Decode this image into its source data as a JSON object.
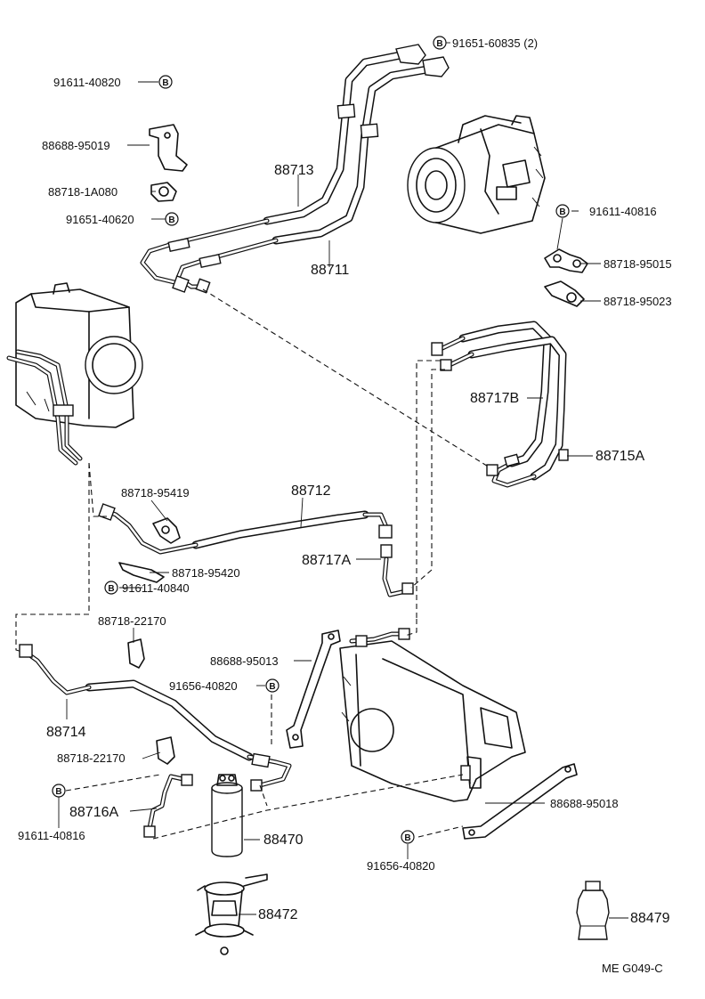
{
  "labels": {
    "b_91651_60835": "91651-60835 (2)",
    "b_91611_40820": "91611-40820",
    "p_88688_95019": "88688-95019",
    "p_88718_1A080": "88718-1A080",
    "b_91651_40620": "91651-40620",
    "p_88713": "88713",
    "p_88711": "88711",
    "b_91611_40816_top": "91611-40816",
    "p_88718_95015": "88718-95015",
    "p_88718_95023": "88718-95023",
    "p_88717B": "88717B",
    "p_88715A": "88715A",
    "p_88712": "88712",
    "p_88718_95419": "88718-95419",
    "p_88717A": "88717A",
    "p_88718_95420": "88718-95420",
    "b_91611_40840": "91611-40840",
    "p_88718_22170_a": "88718-22170",
    "p_88688_95013": "88688-95013",
    "b_91656_40820_a": "91656-40820",
    "p_88714": "88714",
    "p_88718_22170_b": "88718-22170",
    "b_91611_40816_bot": "91611-40816",
    "p_88716A": "88716A",
    "p_88470": "88470",
    "p_88688_95018": "88688-95018",
    "b_91656_40820_b": "91656-40820",
    "p_88472": "88472",
    "p_88479": "88479",
    "figure_code": "ME  G049-C"
  },
  "badge_letter": "B",
  "colors": {
    "ink": "#111111",
    "paper": "#ffffff"
  }
}
